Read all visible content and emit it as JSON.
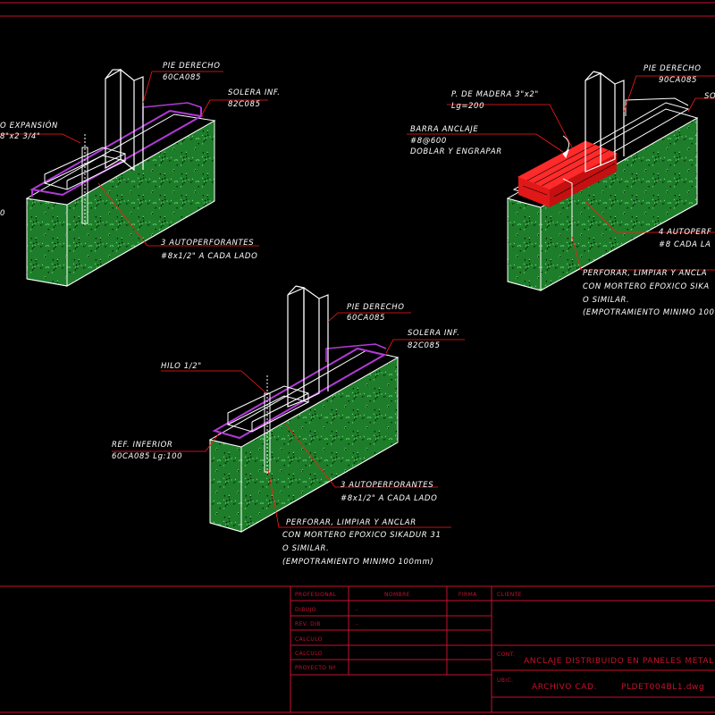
{
  "colors": {
    "background": "#000000",
    "steel": "#ffffff",
    "concrete_fill": "#1e7d2a",
    "concrete_speckle": "#5fdc6a",
    "track": "#b23ad8",
    "leader": "#ff1a1a",
    "wood": "#ff2a2a",
    "title_lines": "#c8102e"
  },
  "detail_a": {
    "stud_label": "PIE DERECHO",
    "stud_spec": "60CA085",
    "track_label": "SOLERA INF.",
    "track_spec": "82C085",
    "anchor_label_fragment": "O EXPANSIÓN",
    "anchor_spec_fragment": "8\"x2 3/4\"",
    "side_fragment": "0",
    "screws_label": "3 AUTOPERFORANTES",
    "screws_spec": "#8x1/2\" A CADA LADO"
  },
  "detail_b": {
    "stud_label": "PIE DERECHO",
    "stud_spec": "90CA085",
    "track_fragment": "SO",
    "wood_label": "P. DE MADERA 3\"x2\"",
    "wood_spec": "Lg=200",
    "bar_label": "BARRA ANCLAJE",
    "bar_spec": "#8@600",
    "bar_note": "DOBLAR Y ENGRAPAR",
    "screws_label": "4 AUTOPERF",
    "screws_spec": "#8 CADA LA",
    "drill_line1": "PERFORAR, LIMPIAR Y ANCLA",
    "drill_line2": "CON MORTERO EPOXICO SIKA",
    "drill_line3": "O SIMILAR.",
    "drill_line4": "(EMPOTRAMIENTO MINIMO 100"
  },
  "detail_c": {
    "stud_label": "PIE DERECHO",
    "stud_spec": "60CA085",
    "track_label": "SOLERA INF.",
    "track_spec": "82C085",
    "thread_label": "HILO 1/2\"",
    "ref_label": "REF. INFERIOR",
    "ref_spec": "60CA085 Lg:100",
    "screws_label": "3 AUTOPERFORANTES",
    "screws_spec": "#8x1/2\" A CADA LADO",
    "drill_line1": "PERFORAR, LIMPIAR Y ANCLAR",
    "drill_line2": "CON MORTERO EPOXICO SIKADUR 31",
    "drill_line3": "O SIMILAR.",
    "drill_line4": "(EMPOTRAMIENTO MINIMO 100mm)"
  },
  "title_block": {
    "col_profesional": "PROFESIONAL",
    "col_nombre": "NOMBRE",
    "col_firma": "FIRMA",
    "cliente": "CLIENTE",
    "row_dibujo": "DIBUJO",
    "row_rev": "REV. DIB",
    "row_calculo1": "CALCULO",
    "row_calculo2": "CALCULO",
    "dash1": "-",
    "dash2": "-",
    "proyecto": "PROYECTO Nº",
    "cont": "CONT.",
    "ubic": "UBIC.",
    "drawing_title": "ANCLAJE DISTRIBUIDO EN PANELES METAL",
    "archivo_label": "ARCHIVO CAD.",
    "archivo_file": "PLDET004BL1.dwg"
  }
}
